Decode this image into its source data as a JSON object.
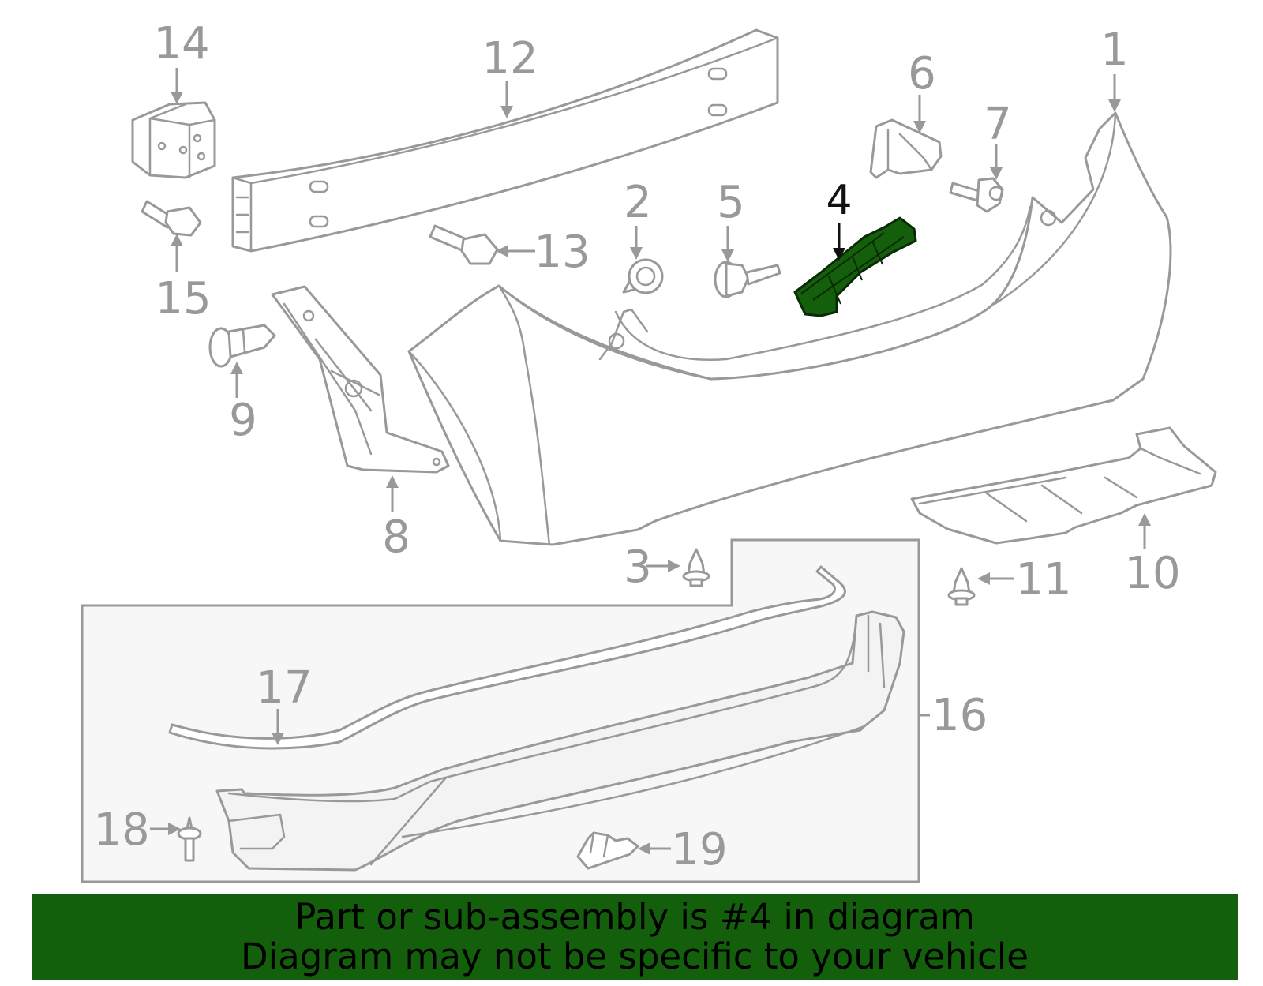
{
  "callouts": {
    "c1": "1",
    "c2": "2",
    "c3": "3",
    "c4": "4",
    "c5": "5",
    "c6": "6",
    "c7": "7",
    "c8": "8",
    "c9": "9",
    "c10": "10",
    "c11": "11",
    "c12": "12",
    "c13": "13",
    "c14": "14",
    "c15": "15",
    "c16": "16",
    "c17": "17",
    "c18": "18",
    "c19": "19"
  },
  "highlighted_part": "4",
  "colors": {
    "highlight": "#145f0c",
    "line": "#999999",
    "banner": "#145f0c"
  },
  "banner": {
    "line1": "Part or sub-assembly is #4 in diagram",
    "line2": "Diagram may not be specific to your vehicle"
  }
}
